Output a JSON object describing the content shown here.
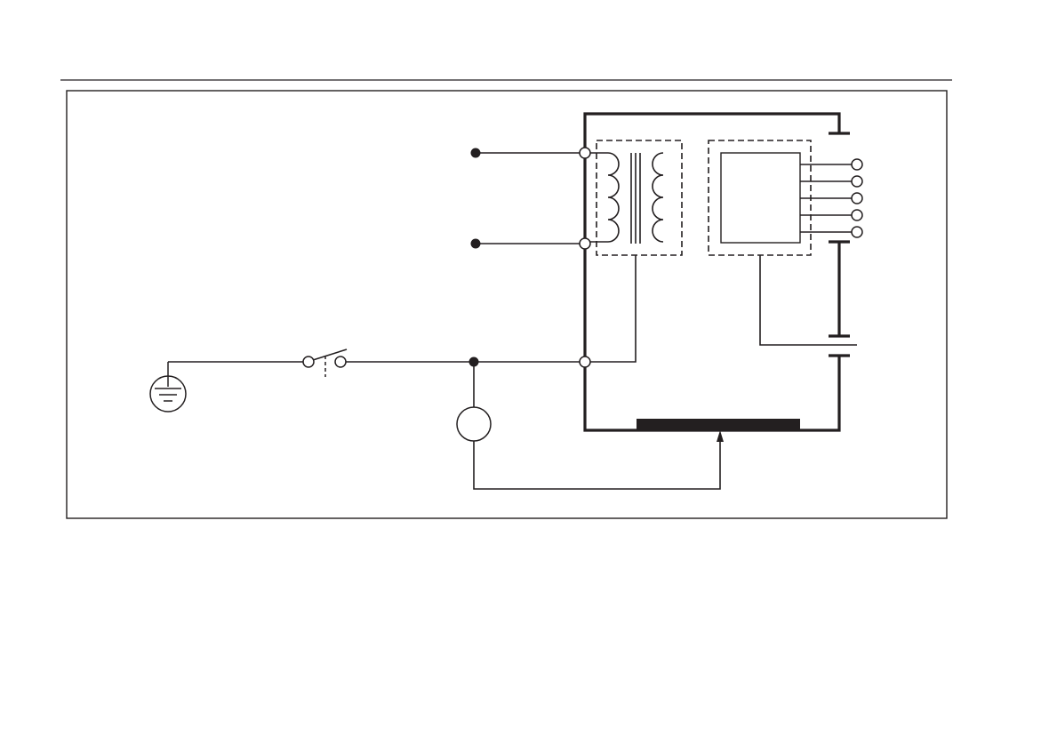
{
  "page": {
    "background": "#ffffff",
    "ink_color": "#231f20"
  },
  "figure": {
    "frame_color": "#231f20",
    "components": [
      "ground-symbol",
      "switch",
      "meter-circle",
      "transformer",
      "module-box",
      "output-terminals",
      "heater-bar"
    ],
    "output_terminal_count": 5
  }
}
